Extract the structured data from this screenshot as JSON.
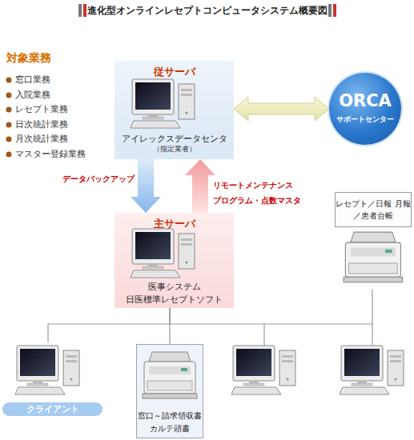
{
  "diagram": {
    "title": "進化型オンラインレセプトコンピュータシステム概要図",
    "nodes": [
      {
        "text": [
          "従サーバ",
          "アイレックスデータセンタ",
          "（指定業者）"
        ]
      },
      {
        "text": [
          "ORCA",
          "サポートセンター"
        ]
      },
      {
        "text": [
          "主サーバ",
          "医事システム 日医標準レセプトソフト"
        ]
      },
      {
        "text": [
          "レセプト／日報 月報／患者台帳"
        ]
      },
      {
        "text": [
          "クライアント"
        ]
      },
      {
        "text": [
          "窓口～請求領収書 カルテ頭書"
        ]
      }
    ],
    "edges": [
      {
        "from": 0,
        "to": 1,
        "arrow": "both"
      },
      {
        "from": 0,
        "to": 2,
        "arrow": "to",
        "label": "データバックアップ"
      },
      {
        "from": 2,
        "to": 0,
        "arrow": "to",
        "label": "リモートメンテナンス プログラム・点数マスタ"
      },
      {
        "from": 2,
        "to": 3,
        "arrow": "none"
      },
      {
        "from": 2,
        "to": 4,
        "arrow": "none"
      },
      {
        "from": 2,
        "to": 5,
        "arrow": "none"
      }
    ],
    "labels": [
      "対象業務",
      "窓口業務",
      "入院業務",
      "レセプト業務",
      "日次統計業務",
      "月次統計業務",
      "マスター登録業務"
    ]
  }
}
